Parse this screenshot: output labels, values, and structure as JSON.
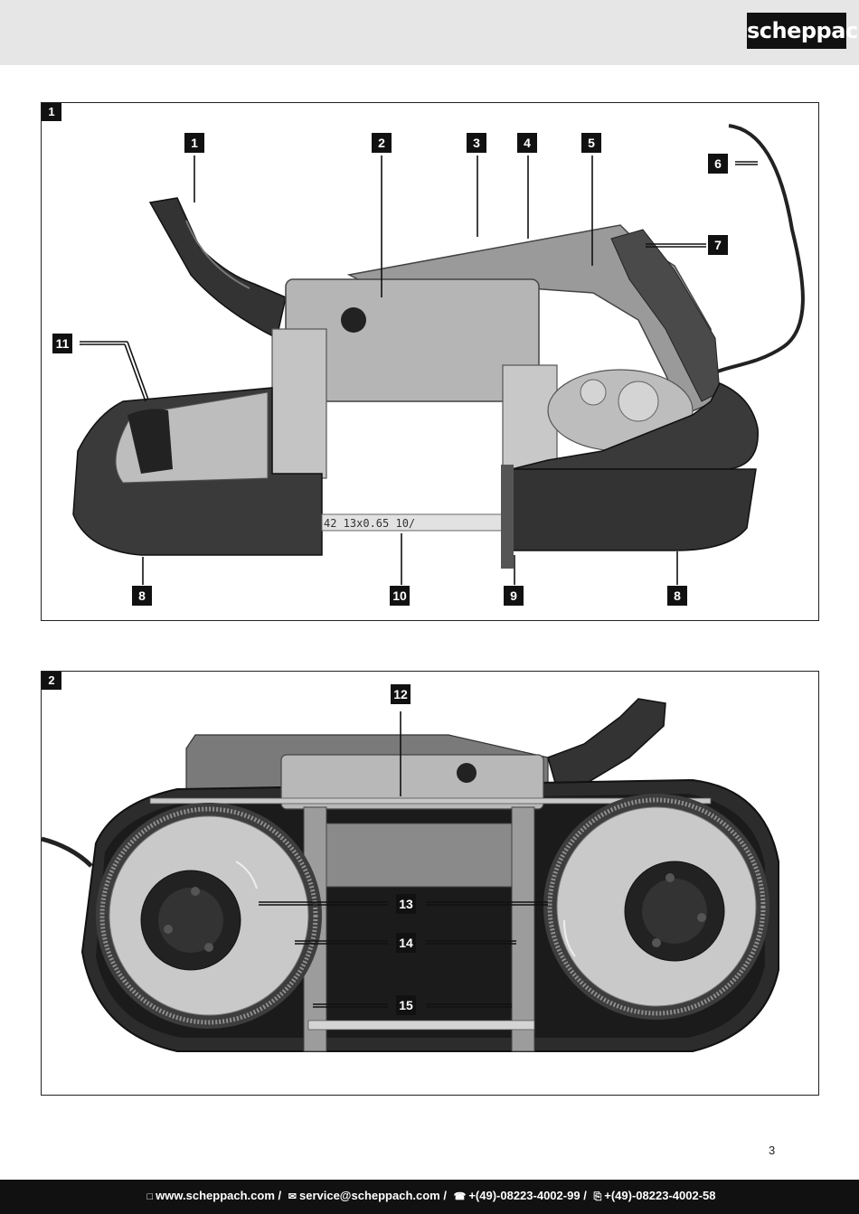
{
  "brand": "scheppach",
  "page_number": "3",
  "figures": [
    {
      "number": "1",
      "callouts": [
        "1",
        "2",
        "3",
        "4",
        "5",
        "6",
        "7",
        "8",
        "8",
        "9",
        "10",
        "11"
      ],
      "blade_marking": "42  13x0.65  10/"
    },
    {
      "number": "2",
      "callouts": [
        "12",
        "13",
        "14",
        "15"
      ]
    }
  ],
  "footer": {
    "website": "www.scheppach.com",
    "email": "service@scheppach.com",
    "phone": "+(49)-08223-4002-99",
    "fax": "+(49)-08223-4002-58",
    "separator": "/"
  }
}
